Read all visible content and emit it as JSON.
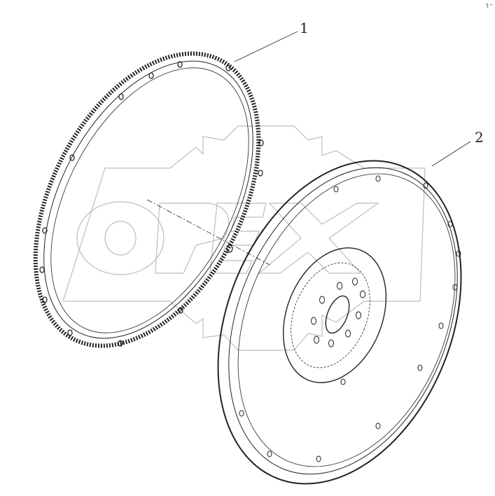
{
  "diagram": {
    "type": "exploded parts diagram",
    "subject": "flywheel assembly",
    "callouts": [
      {
        "id": "1",
        "label": "1",
        "part": "ring-gear"
      },
      {
        "id": "2",
        "label": "2",
        "part": "flywheel"
      }
    ],
    "watermark": {
      "text": "OPEX",
      "color": "#bdbdbd"
    },
    "corner_mark": "┐–",
    "colors": {
      "ink": "#222222",
      "background": "#ffffff",
      "watermark": "#bdbdbd"
    }
  }
}
